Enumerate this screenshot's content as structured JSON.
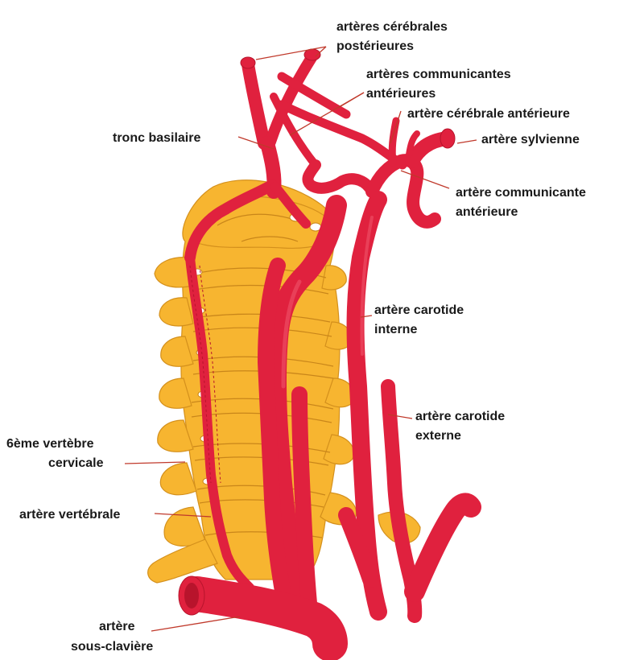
{
  "labels": {
    "posterior_cerebral_1": "artères cérébrales",
    "posterior_cerebral_2": "postérieures",
    "ant_communicating_1": "artères communicantes",
    "ant_communicating_2": "antérieures",
    "anterior_cerebral": "artère cérébrale antérieure",
    "sylvian": "artère sylvienne",
    "basilar": "tronc basilaire",
    "communicating_1": "artère communicante",
    "communicating_2": "antérieure",
    "internal_carotid_1": "artère carotide",
    "internal_carotid_2": "interne",
    "external_carotid_1": "artère carotide",
    "external_carotid_2": "externe",
    "vertebra_1": "6ème vertèbre",
    "vertebra_2": "cervicale",
    "vertebral": "artère vertébrale",
    "subclavian_1": "artère",
    "subclavian_2": "sous-clavière"
  },
  "colors": {
    "artery": "#e0213e",
    "bone": "#f7b530",
    "leader": "#c0392b",
    "text": "#1a1a1a"
  }
}
